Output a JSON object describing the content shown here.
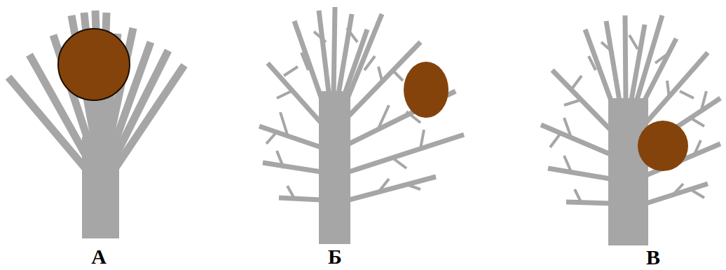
{
  "diagram": {
    "labels": [
      "А",
      "Б",
      "В"
    ]
  }
}
